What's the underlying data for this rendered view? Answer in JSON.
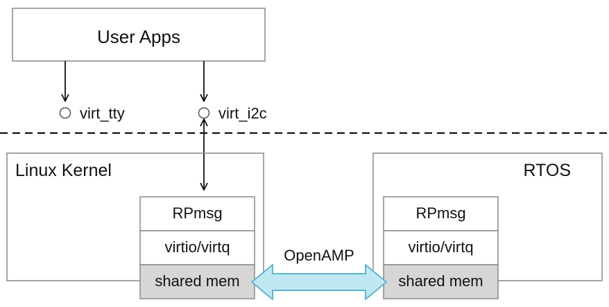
{
  "user_space": {
    "apps_label": "User Apps",
    "endpoints": [
      "virt_tty",
      "virt_i2c"
    ]
  },
  "linux": {
    "label": "Linux Kernel",
    "stack": [
      "RPmsg",
      "virtio/virtq",
      "shared mem"
    ]
  },
  "rtos": {
    "label": "RTOS",
    "stack": [
      "RPmsg",
      "virtio/virtq",
      "shared mem"
    ]
  },
  "link_label": "OpenAMP",
  "colors": {
    "box_stroke": "#888888",
    "shared_fill": "#d6d6d6",
    "arrow_fill": "#bfe8f3",
    "arrow_stroke": "#5fb4cf",
    "divider": "#111111"
  }
}
